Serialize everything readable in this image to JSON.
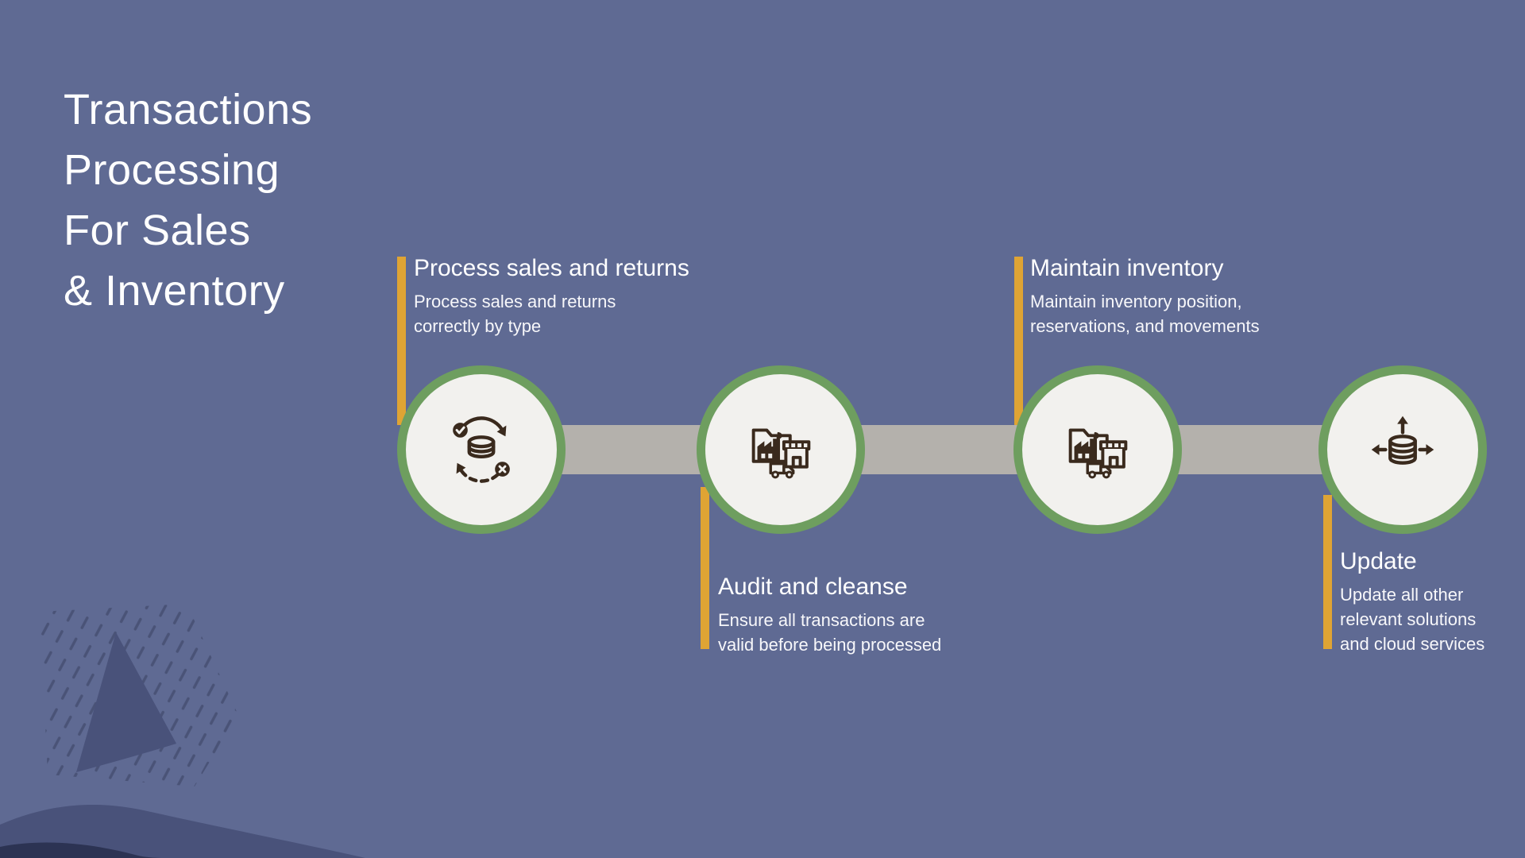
{
  "title": {
    "lines": [
      "Transactions",
      "Processing",
      "For Sales",
      "& Inventory"
    ]
  },
  "steps": [
    {
      "title": "Process sales and returns",
      "description": "Process sales and returns\ncorrectly by type",
      "icon": "database-sync-icon",
      "label_position": "top"
    },
    {
      "title": "Audit and cleanse",
      "description": "Ensure all transactions are\nvalid before being processed",
      "icon": "folder-warehouse-icon",
      "label_position": "bottom"
    },
    {
      "title": "Maintain inventory",
      "description": "Maintain inventory position,\nreservations, and movements",
      "icon": "folder-warehouse-icon",
      "label_position": "top"
    },
    {
      "title": "Update",
      "description": "Update all other\nrelevant solutions\nand cloud services",
      "icon": "database-distribute-icon",
      "label_position": "bottom"
    }
  ],
  "colors": {
    "background": "#5f6a93",
    "accent_bar": "#dfa434",
    "circle_border": "#6e9e5f",
    "circle_fill": "#f2f1ee",
    "connector": "#b4b1ac",
    "icon": "#3a2a1d",
    "text": "#ffffff",
    "decor": "#4a5377",
    "decor_dark": "#2c3353"
  }
}
